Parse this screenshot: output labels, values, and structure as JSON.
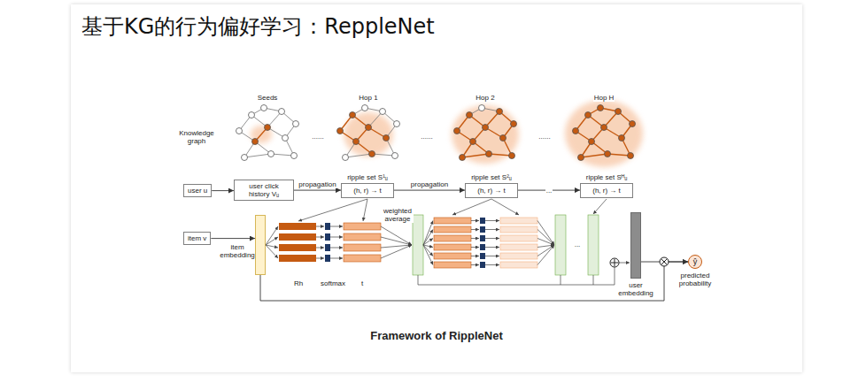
{
  "diagram": {
    "title": "基于KG的行为偏好学习：ReppleNet",
    "caption": "Framework of RippleNet",
    "nodes": [
      {
        "text": [
          "user u"
        ]
      },
      {
        "text": [
          "user click history Vᵤ"
        ]
      },
      {
        "text": [
          "ripple set S¹ᵤ",
          "(h, r) → t"
        ]
      },
      {
        "text": [
          "ripple set S²ᵤ",
          "(h, r) → t"
        ]
      },
      {
        "text": [
          "ripple set Sᴴᵤ",
          "(h, r) → t"
        ]
      },
      {
        "text": [
          "item v"
        ]
      },
      {
        "text": [
          "item embedding"
        ]
      },
      {
        "text": [
          "user embedding"
        ]
      },
      {
        "text": [
          "ŷ",
          "predicted probability"
        ]
      }
    ],
    "edges": [
      {
        "from": 0,
        "to": 1,
        "arrow": "to"
      },
      {
        "from": 1,
        "to": 2,
        "arrow": "to",
        "label": "propagation"
      },
      {
        "from": 2,
        "to": 3,
        "arrow": "to",
        "label": "propagation"
      },
      {
        "from": 3,
        "to": 4,
        "arrow": "to"
      },
      {
        "from": 5,
        "to": 6,
        "arrow": "to"
      },
      {
        "from": 7,
        "to": 8,
        "arrow": "to"
      },
      {
        "from": 6,
        "to": 8,
        "arrow": "to"
      }
    ],
    "labels": [
      "Knowledge graph",
      "Seeds",
      "Hop 1",
      "Hop 2",
      "Hop H",
      "......",
      "......",
      "......",
      "...",
      "Rh",
      "softmax",
      "t",
      "weighted average",
      "..."
    ]
  }
}
